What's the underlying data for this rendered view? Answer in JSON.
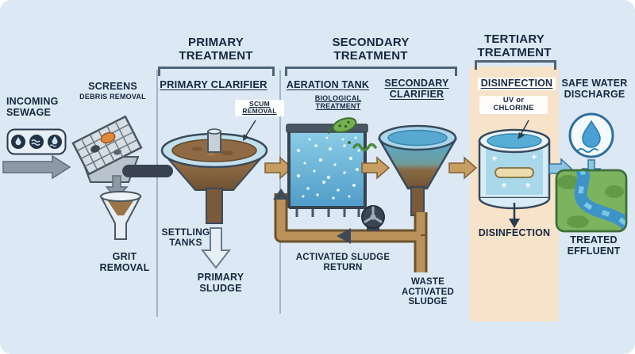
{
  "sections": {
    "primary": "PRIMARY\nTREATMENT",
    "secondary": "SECONDARY\nTREATMENT",
    "tertiary": "TERTIARY\nTREATMENT"
  },
  "labels": {
    "incoming": "INCOMING\nSEWAGE",
    "screens": "SCREENS",
    "debris": "DEBRIS REMOVAL",
    "grit": "GRIT\nREMOVAL",
    "primary_clarifier": "PRIMARY CLARIFIER",
    "scum": "SCUM\nREMOVAL",
    "settling": "SETTLING\nTANKS",
    "primary_sludge": "PRIMARY\nSLUDGE",
    "aeration": "AERATION TANK",
    "biological": "BIOLOGICAL\nTREATMENT",
    "secondary_clarifier": "SECONDARY\nCLARIFIER",
    "sludge_return": "ACTIVATED SLUDGE\nRETURN",
    "waste_sludge": "WASTE\nACTIVATED\nSLUDGE",
    "disinfection_top": "DISINFECTION",
    "uv": "UV or CHLORINE",
    "disinfection_bottom": "DISINFECTION",
    "safe_water": "SAFE WATER\nDISCHARGE",
    "treated": "TREATED\nEFFLUENT"
  },
  "colors": {
    "background": "#dce8f3",
    "text": "#152840",
    "tertiary_band": "#f6e3c9",
    "water_blue": "#58a8d2",
    "water_light": "#8ecfe8",
    "sludge_brown": "#8a6a45",
    "pipe_dark": "#39434f",
    "pipe_tan": "#bb9259",
    "arrow_gray": "#8d9aa6",
    "arrow_tan": "#c79d62",
    "arrow_blue": "#8cc6e4",
    "bacteria_green": "#76b055",
    "river_green": "#7cb45e"
  }
}
